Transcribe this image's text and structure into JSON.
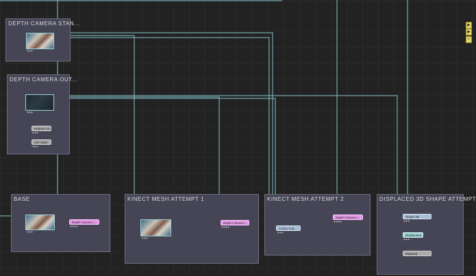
{
  "groups": [
    {
      "id": "depth-camera-stan",
      "title": "DEPTH CAMERA STAN..."
    },
    {
      "id": "depth-camera-out",
      "title": "DEPTH CAMERA OUT..."
    },
    {
      "id": "base",
      "title": "BASE"
    },
    {
      "id": "kinect-mesh-1",
      "title": "KINECT MESH ATTEMPT 1"
    },
    {
      "id": "kinect-mesh-2",
      "title": "KINECT MESH ATTEMPT 2"
    },
    {
      "id": "displaced-3d",
      "title": "DISPLACED 3D SHAPE ATTEMPT"
    }
  ],
  "nodes": {
    "replace_ch": "Replace Ch...",
    "get_value": "Get Value",
    "depth_camera_base": "Depth Camera /...",
    "depth_camera_k1": "Depth Camera /...",
    "depth_camera_k2": "Depth Camera /...",
    "colour_and": "Colour And...",
    "shape_3d": "Shape 3D",
    "displacement": "Displaceme...",
    "mapping": "Mapping"
  },
  "side_buttons": [
    "play-arrow-icon",
    "play-arrow-icon",
    "plus-icon"
  ]
}
